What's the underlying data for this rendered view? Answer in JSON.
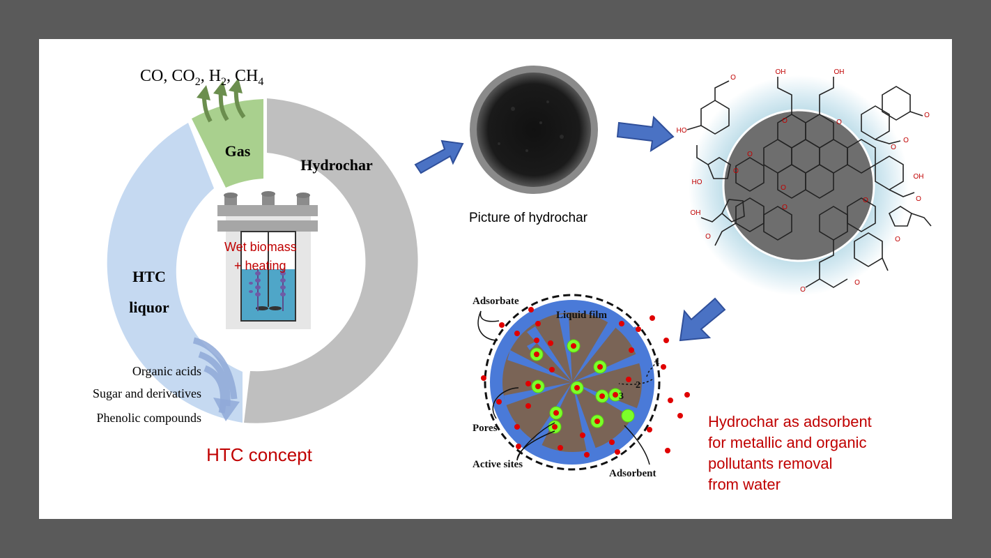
{
  "gases": {
    "co": "CO, ",
    "co2": "CO",
    "co2_sub": "2",
    "h2": ", H",
    "h2_sub": "2",
    "ch4": ", CH",
    "ch4_sub": "4"
  },
  "ring": {
    "gas": "Gas",
    "hydrochar": "Hydrochar",
    "liquor_line1": "HTC",
    "liquor_line2": "liquor",
    "reactor_line1": "Wet biomass",
    "reactor_line2": "+ heating"
  },
  "liquor_products": [
    "Organic acids",
    "Sugar and derivatives",
    "Phenolic compounds"
  ],
  "htc_caption": "HTC concept",
  "photo_caption": "Picture of hydrochar",
  "molecule": {
    "groups": [
      "OH",
      "OH",
      "O",
      "HO",
      "O",
      "O",
      "O",
      "O",
      "HO",
      "O",
      "O",
      "O",
      "O",
      "OH",
      "O",
      "O",
      "O",
      "OH",
      "O",
      "O",
      "O",
      "O"
    ]
  },
  "adsorbent": {
    "labels": {
      "adsorbate": "Adsorbate",
      "liquid_film": "Liquid film",
      "pores": "Pores",
      "active_sites": "Active sites",
      "adsorbent": "Adsorbent",
      "step1": "1",
      "step2": "2",
      "step3": "3"
    }
  },
  "adsorbent_caption": [
    "Hydrochar as adsorbent",
    "for metallic and organic",
    "pollutants removal",
    "from water"
  ],
  "colors": {
    "gas": "#a9d08e",
    "hydrochar": "#bfbfbf",
    "liquor": "#c5d9f1",
    "arrow": "#4472c4",
    "accent_red": "#c00000",
    "film_blue": "#4a7ad8",
    "char_brown": "#7a6456"
  }
}
